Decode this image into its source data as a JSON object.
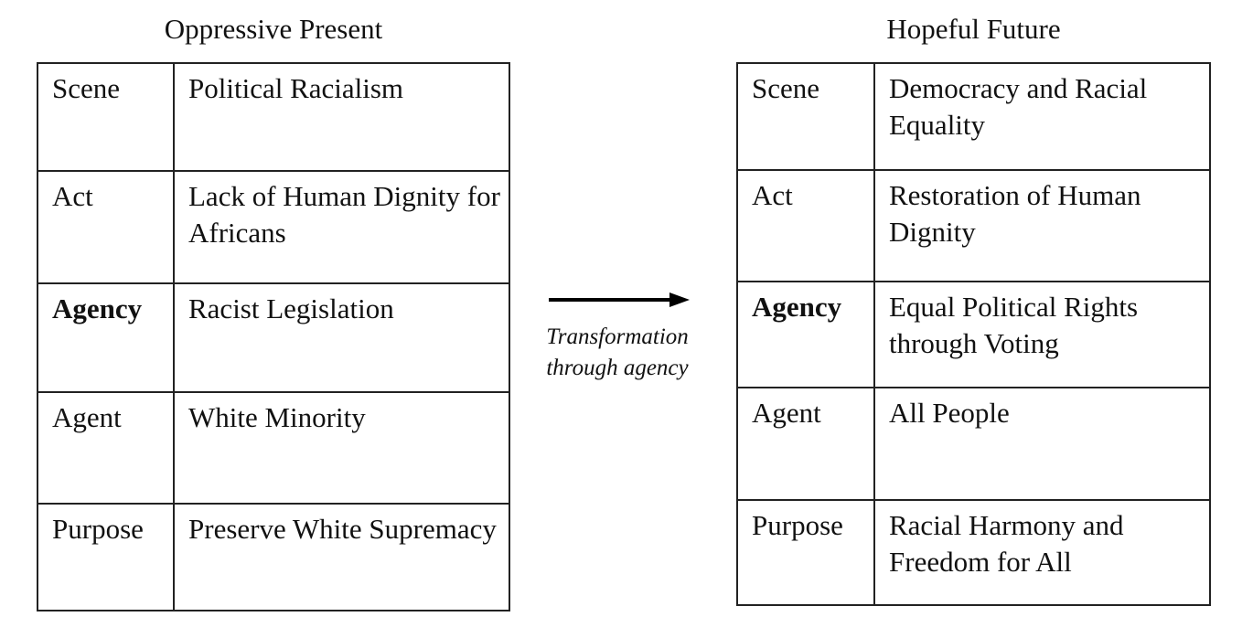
{
  "left": {
    "title": "Oppressive Present",
    "rows": [
      {
        "label": "Scene",
        "value": "Political Racialism"
      },
      {
        "label": "Act",
        "value": "Lack of Human Dignity for Africans"
      },
      {
        "label": "Agency",
        "value": "Racist Legislation"
      },
      {
        "label": "Agent",
        "value": "White Minority"
      },
      {
        "label": "Purpose",
        "value": "Preserve White Supremacy"
      }
    ]
  },
  "right": {
    "title": "Hopeful Future",
    "rows": [
      {
        "label": "Scene",
        "value": "Democracy and Racial Equality"
      },
      {
        "label": "Act",
        "value": "Restoration of Human Dignity"
      },
      {
        "label": "Agency",
        "value": "Equal Political Rights through Voting"
      },
      {
        "label": "Agent",
        "value": "All People"
      },
      {
        "label": "Purpose",
        "value": "Racial Harmony and Freedom for All"
      }
    ]
  },
  "arrow": {
    "caption_line1": "Transformation",
    "caption_line2": "through agency"
  }
}
